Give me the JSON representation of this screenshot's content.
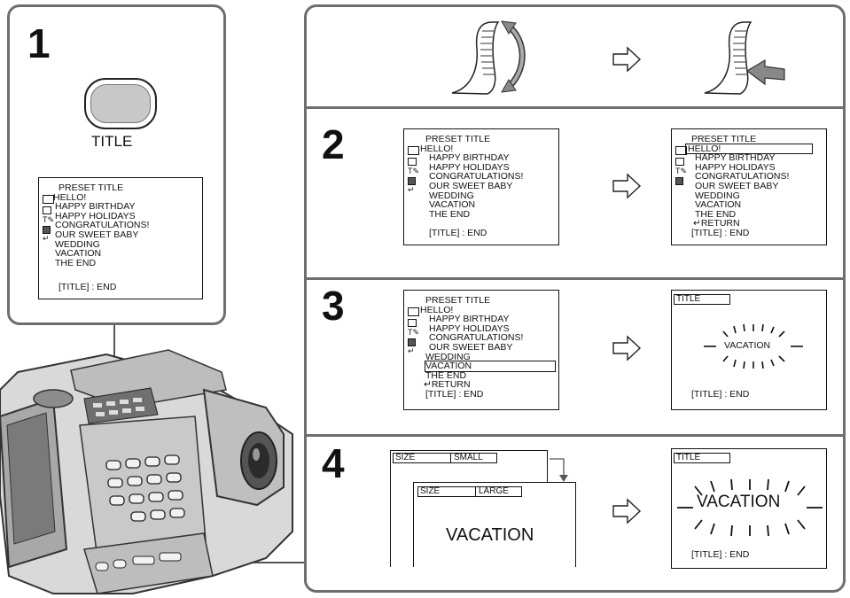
{
  "step1": {
    "number": "1",
    "button_label": "TITLE",
    "menu": {
      "header": "PRESET TITLE",
      "items": [
        "HELLO!",
        "HAPPY BIRTHDAY",
        "HAPPY HOLIDAYS",
        "CONGRATULATIONS!",
        "OUR SWEET BABY",
        "WEDDING",
        "VACATION",
        "THE END"
      ],
      "footer": "[TITLE] : END"
    }
  },
  "step2": {
    "number": "2",
    "menu_left": {
      "header": "PRESET TITLE",
      "items": [
        "HELLO!",
        "HAPPY BIRTHDAY",
        "HAPPY HOLIDAYS",
        "CONGRATULATIONS!",
        "OUR SWEET BABY",
        "WEDDING",
        "VACATION",
        "THE END"
      ],
      "footer": "[TITLE] : END"
    },
    "menu_right": {
      "header": "PRESET TITLE",
      "items": [
        "HELLO!",
        "HAPPY BIRTHDAY",
        "HAPPY HOLIDAYS",
        "CONGRATULATIONS!",
        "OUR SWEET BABY",
        "WEDDING",
        "VACATION",
        "THE END"
      ],
      "return": "RETURN",
      "footer": "[TITLE] : END"
    }
  },
  "step3": {
    "number": "3",
    "menu": {
      "header": "PRESET TITLE",
      "items": [
        "HELLO!",
        "HAPPY BIRTHDAY",
        "HAPPY HOLIDAYS",
        "CONGRATULATIONS!",
        "OUR SWEET BABY",
        "WEDDING",
        "VACATION",
        "THE END"
      ],
      "return": "RETURN",
      "footer": "[TITLE] : END"
    },
    "preview": {
      "label": "TITLE",
      "word": "VACATION",
      "footer": "[TITLE] : END"
    }
  },
  "step4": {
    "number": "4",
    "size_small": {
      "label": "SIZE",
      "value": "SMALL"
    },
    "size_large": {
      "label": "SIZE",
      "value": "LARGE"
    },
    "large_word": "VACATION",
    "preview": {
      "label": "TITLE",
      "word": "VACATION",
      "footer": "[TITLE] : END"
    }
  }
}
